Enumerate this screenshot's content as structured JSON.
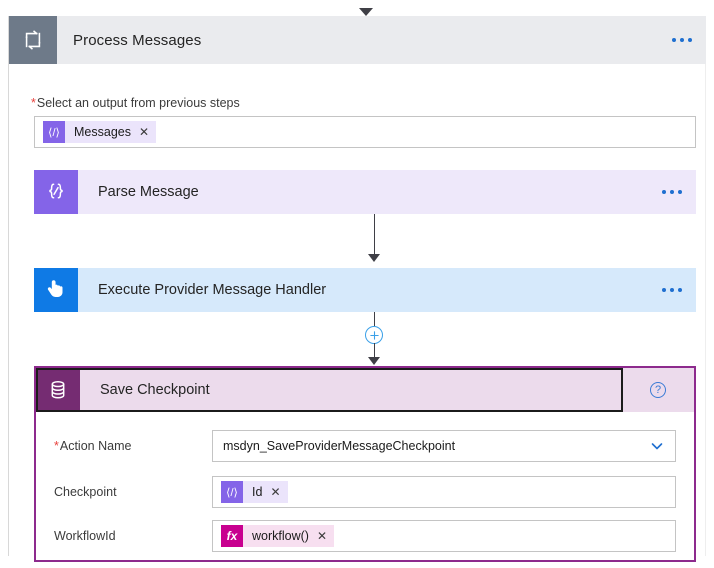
{
  "loop": {
    "icon": "loop-repeat-icon",
    "title": "Process Messages",
    "menu_icon": "ellipsis-icon",
    "input": {
      "label": "Select an output from previous steps",
      "required_marker": "*",
      "token": {
        "icon": "code-token-icon",
        "icon_glyph": "⟨/⟩",
        "label": "Messages",
        "remove": "✕"
      }
    }
  },
  "actions": [
    {
      "id": "parse-message",
      "title": "Parse Message",
      "icon": "parse-json-icon",
      "icon_glyph": "{⟋}",
      "menu_icon": "ellipsis-icon",
      "accent": "#8464e8",
      "background": "#eee8fa"
    },
    {
      "id": "execute-provider-message-handler",
      "title": "Execute Provider Message Handler",
      "icon": "tap-hand-icon",
      "menu_icon": "ellipsis-icon",
      "accent": "#0f7ae5",
      "background": "#d6e9fb"
    }
  ],
  "add_step": {
    "icon": "plus-circle-icon",
    "label": "+"
  },
  "card": {
    "title": "Save Checkpoint",
    "icon": "database-icon",
    "help_icon": "help-circle-icon",
    "help_glyph": "?",
    "menu_icon": "ellipsis-icon",
    "accent": "#8d2a8d",
    "header_background": "#ecdbec",
    "icon_background": "#752c72",
    "fields": [
      {
        "id": "action-name",
        "label": "Action Name",
        "required_marker": "*",
        "required": true,
        "type": "select",
        "value": "msdyn_SaveProviderMessageCheckpoint",
        "chevron_icon": "chevron-down-icon"
      },
      {
        "id": "checkpoint",
        "label": "Checkpoint",
        "required": false,
        "type": "token",
        "token": {
          "icon": "code-token-icon",
          "icon_glyph": "⟨/⟩",
          "label": "Id",
          "remove": "✕",
          "kind": "code"
        }
      },
      {
        "id": "workflowid",
        "label": "WorkflowId",
        "required": false,
        "type": "token",
        "token": {
          "icon": "expression-fx-icon",
          "icon_glyph": "fx",
          "label": "workflow()",
          "remove": "✕",
          "kind": "fx"
        }
      }
    ]
  },
  "colors": {
    "loop_header_bg": "#eaebee",
    "loop_icon_bg": "#6e7a89",
    "accent_blue": "#1f6fd0",
    "required_red": "#e8413c",
    "token_purple": "#8464e8",
    "token_purple_bg": "#ebe4fb",
    "token_fx": "#c8008f",
    "token_fx_bg": "#f7dff0",
    "card_border": "#8d2a8d"
  }
}
